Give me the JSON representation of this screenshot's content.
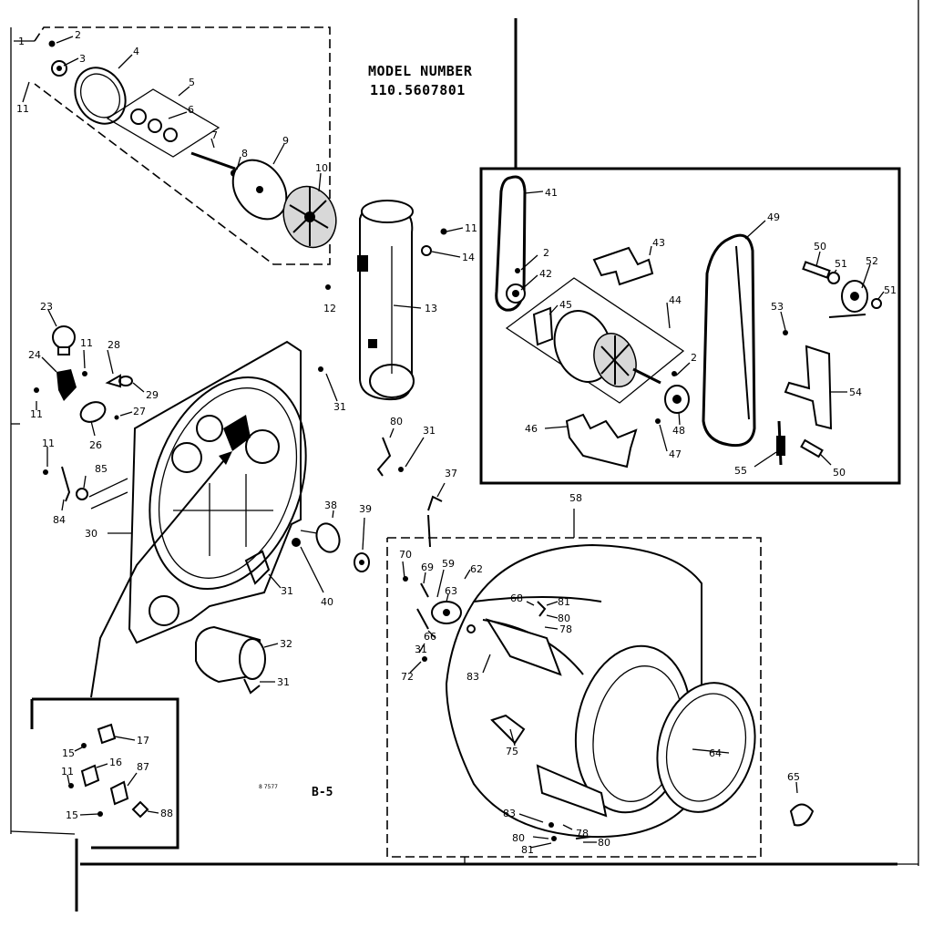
{
  "header": {
    "line1": "MODEL NUMBER",
    "line2": "110.5607801"
  },
  "footer": {
    "page_code": "B-5",
    "small_code": "8 7577"
  },
  "callouts": {
    "c1": "1",
    "c2a": "2",
    "c3": "3",
    "c4": "4",
    "c5": "5",
    "c6": "6",
    "c7": "7",
    "c8": "8",
    "c9": "9",
    "c10": "10",
    "c11a": "11",
    "c11b": "11",
    "c14": "14",
    "c12": "12",
    "c13": "13",
    "c41": "41",
    "c2b": "2",
    "c42": "42",
    "c43": "43",
    "c44": "44",
    "c45": "45",
    "c2c": "2",
    "c48": "48",
    "c46": "46",
    "c47": "47",
    "c49": "49",
    "c50a": "50",
    "c51a": "51",
    "c52": "52",
    "c51b": "51",
    "c53": "53",
    "c54": "54",
    "c55": "55",
    "c50b": "50",
    "c23": "23",
    "c11c": "11",
    "c28": "28",
    "c24": "24",
    "c29": "29",
    "c11d": "11",
    "c27": "27",
    "c26": "26",
    "c11e": "11",
    "c85": "85",
    "c84": "84",
    "c31a": "31",
    "c80a": "80",
    "c31b": "31",
    "c37": "37",
    "c30": "30",
    "c38": "38",
    "c39": "39",
    "c40": "40",
    "c31c": "31",
    "c32": "32",
    "c31d": "31",
    "c58": "58",
    "c70": "70",
    "c69": "69",
    "c59": "59",
    "c62": "62",
    "c63a": "63",
    "c66": "66",
    "c31e": "31",
    "c72": "72",
    "c68": "68",
    "c81a": "81",
    "c80b": "80",
    "c78a": "78",
    "c83a": "83",
    "c75": "75",
    "c64": "64",
    "c65": "65",
    "c83b": "83",
    "c78b": "78",
    "c80c": "80",
    "c81b": "81",
    "c80d": "80",
    "c15a": "15",
    "c17": "17",
    "c16": "16",
    "c11f": "11",
    "c87": "87",
    "c15b": "15",
    "c88": "88"
  },
  "colors": {
    "ink": "#000000",
    "paper": "#ffffff",
    "shade": "#d8d8d8"
  }
}
